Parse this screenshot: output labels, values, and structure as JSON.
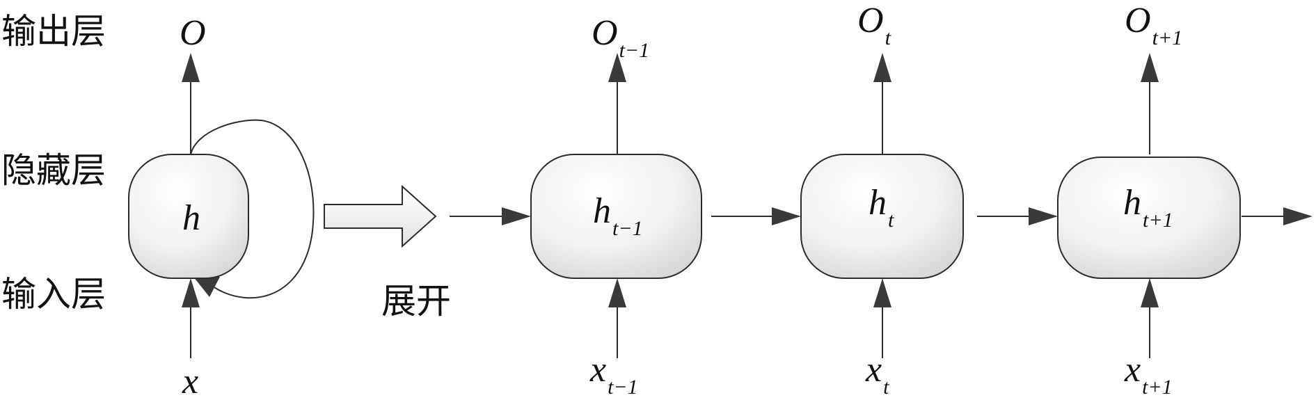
{
  "layers": {
    "output": "输出层",
    "hidden": "隐藏层",
    "input": "输入层"
  },
  "folded": {
    "output": "O",
    "hidden": "h",
    "input": "x"
  },
  "unfold_label": "展开",
  "steps": [
    {
      "output": "O",
      "output_sub": "t−1",
      "hidden": "h",
      "hidden_sub": "t−1",
      "input": "x",
      "input_sub": "t−1"
    },
    {
      "output": "O",
      "output_sub": "t",
      "hidden": "h",
      "hidden_sub": "t",
      "input": "x",
      "input_sub": "t"
    },
    {
      "output": "O",
      "output_sub": "t+1",
      "hidden": "h",
      "hidden_sub": "t+1",
      "input": "x",
      "input_sub": "t+1"
    }
  ],
  "colors": {
    "line": "#2b2b2b",
    "arrowhead": "#3a3a3a",
    "node_fill_light": "#ffffff",
    "node_fill_dark": "#dcdcdc"
  }
}
